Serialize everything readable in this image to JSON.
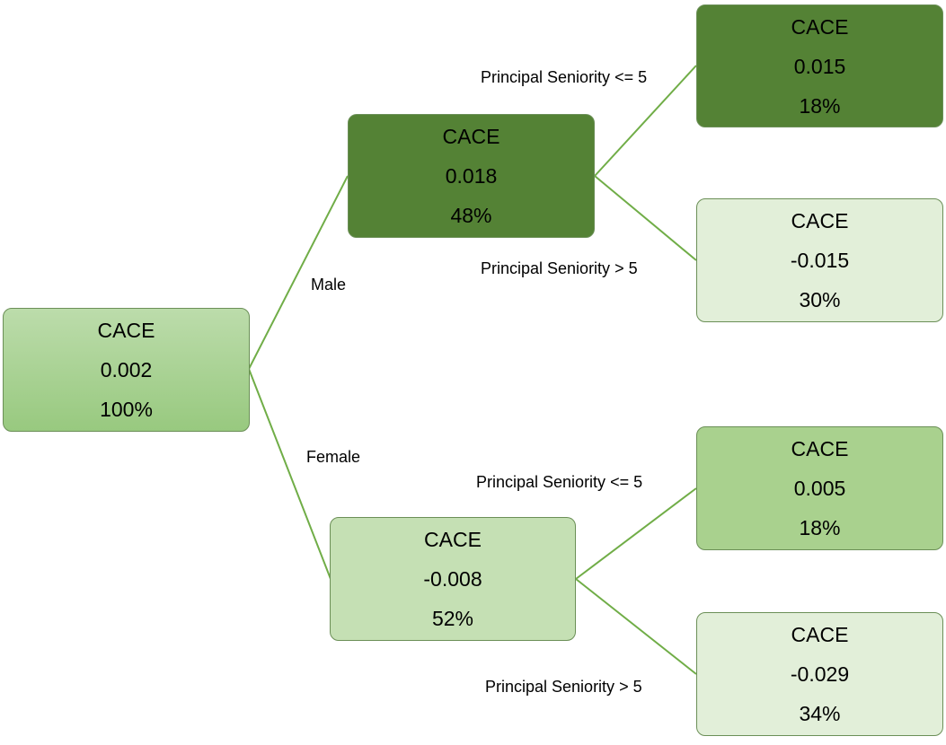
{
  "colors": {
    "dark": "#548235",
    "medium": "#a9d18e",
    "light": "#c5e0b4",
    "lighter": "#e2efd9",
    "root_top": "#bcdcab",
    "root_bottom": "#98c97f",
    "edge": "#70ad47"
  },
  "nodes": {
    "root": {
      "title": "CACE",
      "value": "0.002",
      "share": "100%"
    },
    "male": {
      "title": "CACE",
      "value": "0.018",
      "share": "48%"
    },
    "female": {
      "title": "CACE",
      "value": "-0.008",
      "share": "52%"
    },
    "male_le": {
      "title": "CACE",
      "value": "0.015",
      "share": "18%"
    },
    "male_gt": {
      "title": "CACE",
      "value": "-0.015",
      "share": "30%"
    },
    "female_le": {
      "title": "CACE",
      "value": "0.005",
      "share": "18%"
    },
    "female_gt": {
      "title": "CACE",
      "value": "-0.029",
      "share": "34%"
    }
  },
  "edge_labels": {
    "male": "Male",
    "female": "Female",
    "male_le": "Principal Seniority <= 5",
    "male_gt": "Principal Seniority > 5",
    "female_le": "Principal Seniority <= 5",
    "female_gt": "Principal Seniority > 5"
  }
}
